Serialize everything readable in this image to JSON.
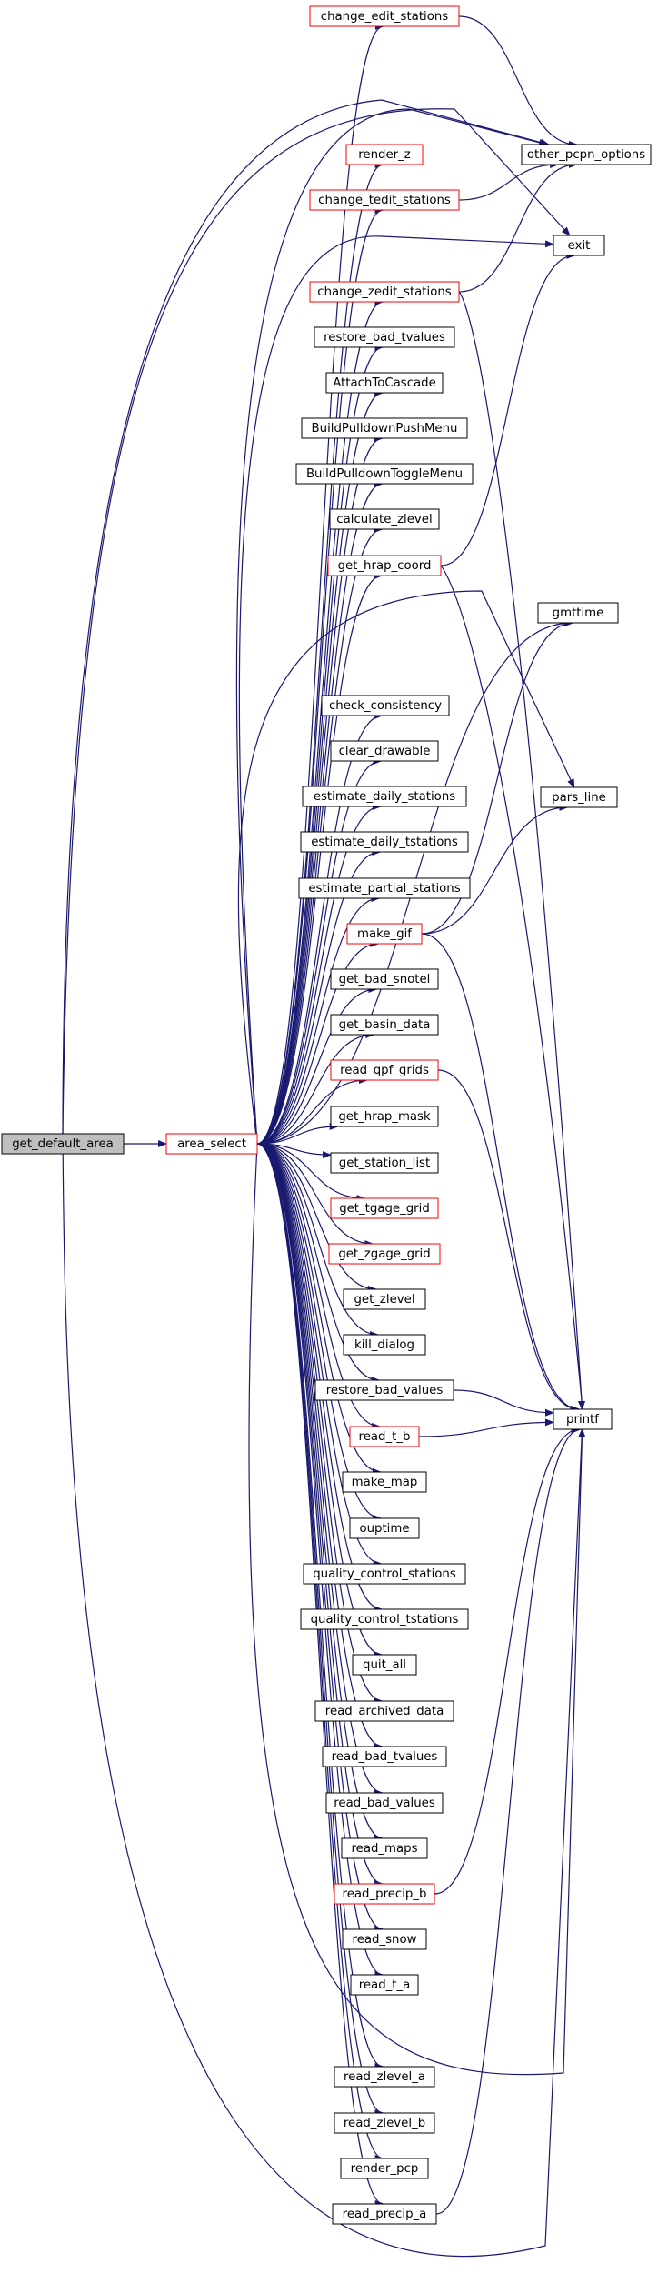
{
  "nodes": [
    {
      "id": "get_default_area",
      "label": "get_default_area",
      "style": "root"
    },
    {
      "id": "area_select",
      "label": "area_select",
      "style": "red"
    },
    {
      "id": "change_edit_stations",
      "label": "change_edit_stations",
      "style": "red"
    },
    {
      "id": "other_pcpn_options",
      "label": "other_pcpn_options",
      "style": "black"
    },
    {
      "id": "render_z",
      "label": "render_z",
      "style": "red"
    },
    {
      "id": "change_tedit_stations",
      "label": "change_tedit_stations",
      "style": "red"
    },
    {
      "id": "exit",
      "label": "exit",
      "style": "black"
    },
    {
      "id": "change_zedit_stations",
      "label": "change_zedit_stations",
      "style": "red"
    },
    {
      "id": "restore_bad_tvalues",
      "label": "restore_bad_tvalues",
      "style": "black"
    },
    {
      "id": "AttachToCascade",
      "label": "AttachToCascade",
      "style": "black"
    },
    {
      "id": "BuildPulldownPushMenu",
      "label": "BuildPulldownPushMenu",
      "style": "black"
    },
    {
      "id": "BuildPulldownToggleMenu",
      "label": "BuildPulldownToggleMenu",
      "style": "black"
    },
    {
      "id": "calculate_zlevel",
      "label": "calculate_zlevel",
      "style": "black"
    },
    {
      "id": "get_hrap_coord",
      "label": "get_hrap_coord",
      "style": "red"
    },
    {
      "id": "gmttime",
      "label": "gmttime",
      "style": "black"
    },
    {
      "id": "check_consistency",
      "label": "check_consistency",
      "style": "black"
    },
    {
      "id": "clear_drawable",
      "label": "clear_drawable",
      "style": "black"
    },
    {
      "id": "estimate_daily_stations",
      "label": "estimate_daily_stations",
      "style": "black"
    },
    {
      "id": "pars_line",
      "label": "pars_line",
      "style": "black"
    },
    {
      "id": "estimate_daily_tstations",
      "label": "estimate_daily_tstations",
      "style": "black"
    },
    {
      "id": "estimate_partial_stations",
      "label": "estimate_partial_stations",
      "style": "black"
    },
    {
      "id": "make_gif",
      "label": "make_gif",
      "style": "red"
    },
    {
      "id": "get_bad_snotel",
      "label": "get_bad_snotel",
      "style": "black"
    },
    {
      "id": "get_basin_data",
      "label": "get_basin_data",
      "style": "black"
    },
    {
      "id": "read_qpf_grids",
      "label": "read_qpf_grids",
      "style": "red"
    },
    {
      "id": "get_hrap_mask",
      "label": "get_hrap_mask",
      "style": "black"
    },
    {
      "id": "get_station_list",
      "label": "get_station_list",
      "style": "black"
    },
    {
      "id": "get_tgage_grid",
      "label": "get_tgage_grid",
      "style": "red"
    },
    {
      "id": "get_zgage_grid",
      "label": "get_zgage_grid",
      "style": "red"
    },
    {
      "id": "get_zlevel",
      "label": "get_zlevel",
      "style": "black"
    },
    {
      "id": "kill_dialog",
      "label": "kill_dialog",
      "style": "black"
    },
    {
      "id": "restore_bad_values",
      "label": "restore_bad_values",
      "style": "black"
    },
    {
      "id": "printf",
      "label": "printf",
      "style": "black"
    },
    {
      "id": "read_t_b",
      "label": "read_t_b",
      "style": "red"
    },
    {
      "id": "make_map",
      "label": "make_map",
      "style": "black"
    },
    {
      "id": "ouptime",
      "label": "ouptime",
      "style": "black"
    },
    {
      "id": "quality_control_stations",
      "label": "quality_control_stations",
      "style": "black"
    },
    {
      "id": "quality_control_tstations",
      "label": "quality_control_tstations",
      "style": "black"
    },
    {
      "id": "quit_all",
      "label": "quit_all",
      "style": "black"
    },
    {
      "id": "read_archived_data",
      "label": "read_archived_data",
      "style": "black"
    },
    {
      "id": "read_bad_tvalues",
      "label": "read_bad_tvalues",
      "style": "black"
    },
    {
      "id": "read_bad_values",
      "label": "read_bad_values",
      "style": "black"
    },
    {
      "id": "read_maps",
      "label": "read_maps",
      "style": "black"
    },
    {
      "id": "read_precip_b",
      "label": "read_precip_b",
      "style": "red"
    },
    {
      "id": "read_snow",
      "label": "read_snow",
      "style": "black"
    },
    {
      "id": "read_t_a",
      "label": "read_t_a",
      "style": "black"
    },
    {
      "id": "read_zlevel_a",
      "label": "read_zlevel_a",
      "style": "black"
    },
    {
      "id": "read_zlevel_b",
      "label": "read_zlevel_b",
      "style": "black"
    },
    {
      "id": "render_pcp",
      "label": "render_pcp",
      "style": "black"
    },
    {
      "id": "read_precip_a",
      "label": "read_precip_a",
      "style": "black"
    }
  ],
  "edges": [
    [
      "get_default_area",
      "area_select"
    ],
    [
      "get_default_area",
      "other_pcpn_options"
    ],
    [
      "get_default_area",
      "exit"
    ],
    [
      "get_default_area",
      "printf"
    ],
    [
      "area_select",
      "change_edit_stations"
    ],
    [
      "area_select",
      "other_pcpn_options"
    ],
    [
      "area_select",
      "render_z"
    ],
    [
      "area_select",
      "change_tedit_stations"
    ],
    [
      "area_select",
      "exit"
    ],
    [
      "area_select",
      "change_zedit_stations"
    ],
    [
      "area_select",
      "restore_bad_tvalues"
    ],
    [
      "area_select",
      "AttachToCascade"
    ],
    [
      "area_select",
      "BuildPulldownPushMenu"
    ],
    [
      "area_select",
      "BuildPulldownToggleMenu"
    ],
    [
      "area_select",
      "calculate_zlevel"
    ],
    [
      "area_select",
      "get_hrap_coord"
    ],
    [
      "area_select",
      "gmttime"
    ],
    [
      "area_select",
      "pars_line"
    ],
    [
      "area_select",
      "check_consistency"
    ],
    [
      "area_select",
      "clear_drawable"
    ],
    [
      "area_select",
      "estimate_daily_stations"
    ],
    [
      "area_select",
      "estimate_daily_tstations"
    ],
    [
      "area_select",
      "estimate_partial_stations"
    ],
    [
      "area_select",
      "make_gif"
    ],
    [
      "area_select",
      "get_bad_snotel"
    ],
    [
      "area_select",
      "get_basin_data"
    ],
    [
      "area_select",
      "read_qpf_grids"
    ],
    [
      "area_select",
      "get_hrap_mask"
    ],
    [
      "area_select",
      "get_station_list"
    ],
    [
      "area_select",
      "get_tgage_grid"
    ],
    [
      "area_select",
      "get_zgage_grid"
    ],
    [
      "area_select",
      "get_zlevel"
    ],
    [
      "area_select",
      "kill_dialog"
    ],
    [
      "area_select",
      "restore_bad_values"
    ],
    [
      "area_select",
      "read_t_b"
    ],
    [
      "area_select",
      "make_map"
    ],
    [
      "area_select",
      "ouptime"
    ],
    [
      "area_select",
      "quality_control_stations"
    ],
    [
      "area_select",
      "quality_control_tstations"
    ],
    [
      "area_select",
      "quit_all"
    ],
    [
      "area_select",
      "read_archived_data"
    ],
    [
      "area_select",
      "read_bad_tvalues"
    ],
    [
      "area_select",
      "read_bad_values"
    ],
    [
      "area_select",
      "read_maps"
    ],
    [
      "area_select",
      "read_precip_b"
    ],
    [
      "area_select",
      "read_snow"
    ],
    [
      "area_select",
      "read_t_a"
    ],
    [
      "area_select",
      "printf"
    ],
    [
      "area_select",
      "read_zlevel_a"
    ],
    [
      "area_select",
      "read_zlevel_b"
    ],
    [
      "area_select",
      "render_pcp"
    ],
    [
      "area_select",
      "read_precip_a"
    ],
    [
      "change_edit_stations",
      "other_pcpn_options"
    ],
    [
      "change_tedit_stations",
      "other_pcpn_options"
    ],
    [
      "change_zedit_stations",
      "other_pcpn_options"
    ],
    [
      "change_zedit_stations",
      "printf"
    ],
    [
      "get_hrap_coord",
      "exit"
    ],
    [
      "get_hrap_coord",
      "printf"
    ],
    [
      "make_gif",
      "gmttime"
    ],
    [
      "make_gif",
      "pars_line"
    ],
    [
      "make_gif",
      "printf"
    ],
    [
      "read_qpf_grids",
      "printf"
    ],
    [
      "restore_bad_values",
      "printf"
    ],
    [
      "read_t_b",
      "printf"
    ],
    [
      "read_precip_b",
      "printf"
    ],
    [
      "read_precip_a",
      "printf"
    ]
  ],
  "colors": {
    "edge": "#191970",
    "red_border": "#ff0000",
    "black_border": "#000000",
    "root_fill": "#bfbfbf",
    "node_fill": "#ffffff"
  }
}
